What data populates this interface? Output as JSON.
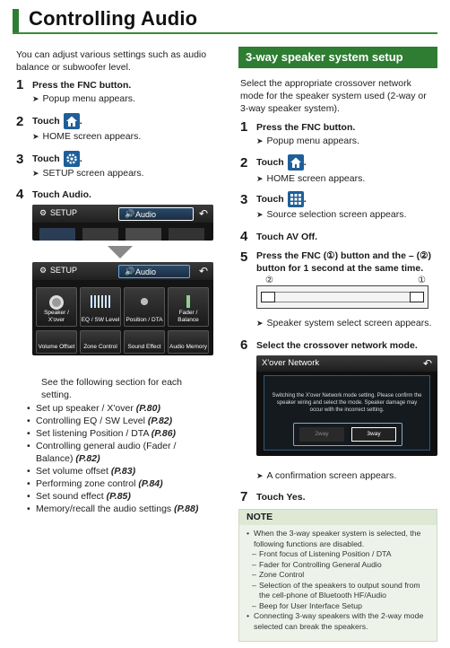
{
  "page_title": "Controlling Audio",
  "left": {
    "intro": "You can adjust various settings such as audio balance or subwoofer level.",
    "steps": [
      {
        "num": "1",
        "prefix": "Press the ",
        "key": "FNC",
        "suffix": " button.",
        "result": "Popup menu appears."
      },
      {
        "num": "2",
        "prefix": "Touch ",
        "icon": "home-icon",
        "suffix": ".",
        "result": "HOME screen appears."
      },
      {
        "num": "3",
        "prefix": "Touch ",
        "icon": "settings-icon",
        "suffix": ".",
        "result": "SETUP screen appears."
      },
      {
        "num": "4",
        "prefix": "Touch ",
        "key": "Audio",
        "suffix": "."
      }
    ],
    "screen1": {
      "setup_label": "SETUP",
      "audio_label": "Audio"
    },
    "screen2": {
      "setup_label": "SETUP",
      "audio_label": "Audio",
      "tiles": [
        "Speaker / X'over",
        "EQ / SW Level",
        "Position / DTA",
        "Fader / Balance",
        "Volume Offset",
        "Zone Control",
        "Sound Effect",
        "Audio Memory"
      ]
    },
    "see_following": "See the following section for each setting.",
    "refs": [
      {
        "text": "Set up speaker / X'over ",
        "page": "(P.80)"
      },
      {
        "text": "Controlling EQ / SW Level ",
        "page": "(P.82)"
      },
      {
        "text": "Set listening Position / DTA ",
        "page": "(P.86)"
      },
      {
        "text": "Controlling general audio (Fader / Balance) ",
        "page": "(P.82)"
      },
      {
        "text": "Set volume offset ",
        "page": "(P.83)"
      },
      {
        "text": "Performing zone control ",
        "page": "(P.84)"
      },
      {
        "text": "Set sound effect ",
        "page": "(P.85)"
      },
      {
        "text": "Memory/recall the audio settings ",
        "page": "(P.88)"
      }
    ]
  },
  "right": {
    "section_title": "3-way speaker system setup",
    "intro": "Select the appropriate crossover network mode for the speaker system used (2-way or 3-way speaker system).",
    "steps": [
      {
        "num": "1",
        "prefix": "Press the ",
        "key": "FNC",
        "suffix": " button.",
        "result": "Popup menu appears."
      },
      {
        "num": "2",
        "prefix": "Touch ",
        "icon": "home-icon",
        "suffix": ".",
        "result": "HOME screen appears."
      },
      {
        "num": "3",
        "prefix": "Touch ",
        "icon": "grid-icon",
        "suffix": ".",
        "result": "Source selection screen appears."
      },
      {
        "num": "4",
        "prefix": "Touch ",
        "key": "AV Off",
        "suffix": "."
      },
      {
        "num": "5",
        "line1": "Press the FNC (①) button and the – (②)",
        "line2": "button for 1 second at the same time.",
        "result": "Speaker system select screen appears."
      },
      {
        "num": "6",
        "prefix": "Select the crossover network mode.",
        "result": "A confirmation screen appears."
      },
      {
        "num": "7",
        "prefix": "Touch ",
        "key": "Yes",
        "suffix": "."
      }
    ],
    "device_labels": {
      "c1": "①",
      "c2": "②"
    },
    "xover": {
      "title": "X'over Network",
      "message": "Switching the X'over Network mode setting. Please confirm the speaker wiring and select the mode. Speaker damage may occur with the incorrect setting.",
      "opt1": "2way",
      "opt2": "3way"
    },
    "note": {
      "title": "NOTE",
      "b1": "When the 3-way speaker system is selected, the following functions are disabled.",
      "subs": [
        "Front focus of Listening Position / DTA",
        "Fader for Controlling General Audio",
        "Zone Control",
        "Selection of the speakers to output sound from the cell-phone of Bluetooth HF/Audio",
        "Beep for User Interface Setup"
      ],
      "b2": "Connecting 3-way speakers with the 2-way mode selected can break the speakers."
    }
  }
}
